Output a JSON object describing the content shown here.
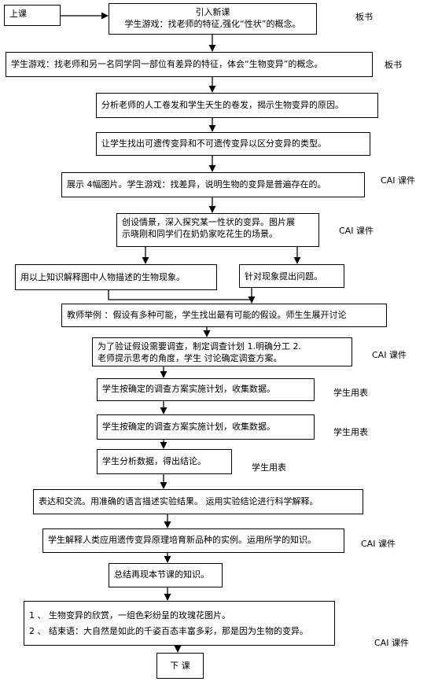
{
  "flowchart": {
    "start": "上课",
    "b1": {
      "line1": "引入新课",
      "line2": "学生游戏：找老师的特征,强化“性状”的概念。"
    },
    "b2": "学生游戏：找老师和另一名同学同一部位有差异的特征，体会“生物变异”的概念。",
    "b3": "分析老师的人工卷发和学生天生的卷发，揭示生物变异的原因。",
    "b4": "让学生找出可遗传变异和不可遗传变异以区分变异的类型。",
    "b5": "展示 4幅图片。学生游戏：找差异，说明生物的变异是普遍存在的。",
    "b6": {
      "line1": "创设情景，深入探究某一性状的变异。图片展",
      "line2": "示晓刚和同学们在奶奶家吃花生的场景。"
    },
    "b7a": "用以上知识解释图中人物描述的生物现象。",
    "b7b": "针对现象提出问题。",
    "b8": "教师举例 ：假设有多种可能，学生找出最有可能的假设。师生生展开讨论",
    "b9": {
      "line1": "为了验证假设需要调查，制定调查计划    1.明确分工  2.",
      "line2": "老师提示思考的角度，学生  讨论确定调查方案。"
    },
    "b10": "学生按确定的调查方案实施计划，收集数据。",
    "b11": "学生按确定的调查方案实施计划，收集数据。",
    "b12": "学生分析数据，得出结论。",
    "b13": "表达和交流。用准确的语言描述实验结果。 运用实验结论进行科学解释。",
    "b14": "学生解释人类应用遗传变异原理培育新品种的实例。运用所学的知识。",
    "b15": "总结再现本节课的知识。",
    "b16": {
      "line1": "1 、 生物变异的欣赏，一组色彩纷呈的玫瑰花图片。",
      "line2": "2 、 结束语：大自然是如此的千姿百态丰富多彩，那是因为生物的变异。"
    },
    "end": "下 课"
  },
  "annotations": {
    "n1": "板书",
    "n2": "板书",
    "n5": "CAI 课件",
    "n6": "CAI 课件",
    "n9": "CAI 课件",
    "n10": "学生用表",
    "n11": "学生用表",
    "n12": "学生用表",
    "n14": "CAI 课件",
    "n16": "CAI 课件"
  }
}
